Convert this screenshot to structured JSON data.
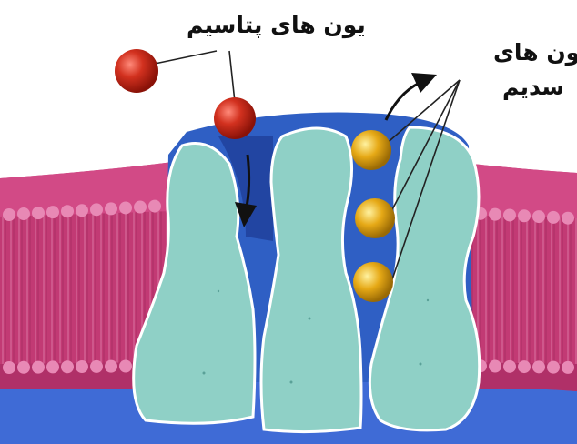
{
  "labels": {
    "potassium": "یون های پتاسیم",
    "sodium_line1": "یون  های",
    "sodium_line2": "سدیم"
  },
  "colors": {
    "membrane": "#c23a74",
    "phospholipid_head": "#e889b5",
    "protein": "#8fcfc6",
    "channel": "#2f63c9",
    "cytoplasm": "#3c68d4",
    "potassium_ion": "#c4281c",
    "sodium_ion": "#e1a615"
  }
}
